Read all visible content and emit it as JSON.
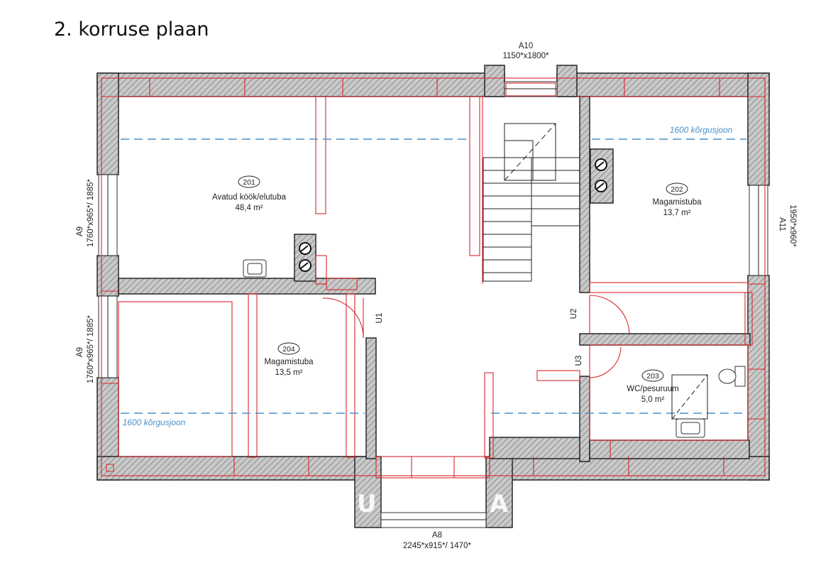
{
  "title": "2. korruse plaan",
  "colors": {
    "wall_outline": "#1a1a1a",
    "wall_hatch": "#8a8a8a",
    "red_lines": "#d9262c",
    "height_line": "#4a90c8",
    "text": "#222222"
  },
  "rooms": [
    {
      "number": "201",
      "name": "Avatud köök/elutuba",
      "area": "48,4 m²"
    },
    {
      "number": "202",
      "name": "Magamistuba",
      "area": "13,7 m²"
    },
    {
      "number": "203",
      "name": "WC/pesuruum",
      "area": "5,0 m²"
    },
    {
      "number": "204",
      "name": "Magamistuba",
      "area": "13,5 m²"
    }
  ],
  "windows": {
    "a10": {
      "code": "A10",
      "size": "1150*x1800*"
    },
    "a11": {
      "code": "A11",
      "size": "1950*x960*"
    },
    "a9_top": {
      "code": "A9",
      "size": "1760*x965*/ 1885*"
    },
    "a9_bottom": {
      "code": "A9",
      "size": "1760*x965*/ 1885*"
    },
    "a8": {
      "code": "A8",
      "size": "2245*x915*/ 1470*"
    }
  },
  "doors": {
    "u1": "U1",
    "u2": "U2",
    "u3": "U3"
  },
  "height_lines": {
    "right": "1600 kõrgusjoon",
    "left": "1600 kõrgusjoon"
  },
  "watermark": {
    "left": "U",
    "right": "A"
  },
  "icons": [
    "chimney-flue-icon",
    "sink-icon",
    "toilet-icon",
    "shower-icon",
    "stair-icon"
  ]
}
